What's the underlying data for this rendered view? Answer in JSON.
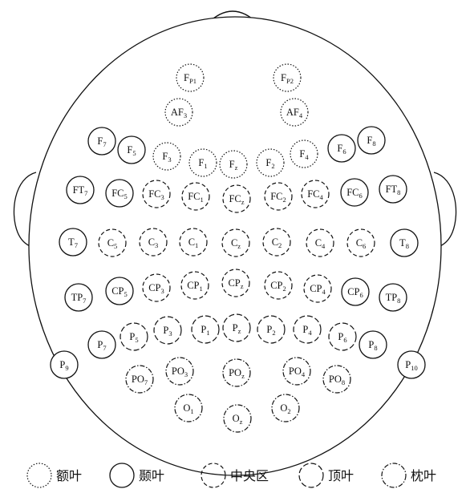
{
  "legend": [
    {
      "key": "frontal",
      "label": "额叶"
    },
    {
      "key": "temporal",
      "label": "颞叶"
    },
    {
      "key": "central",
      "label": "中央区"
    },
    {
      "key": "parietal",
      "label": "顶叶"
    },
    {
      "key": "occipital",
      "label": "枕叶"
    }
  ],
  "electrodes": [
    {
      "id": "FP1",
      "main": "F",
      "sub": "P1",
      "region": "frontal"
    },
    {
      "id": "FP2",
      "main": "F",
      "sub": "P2",
      "region": "frontal"
    },
    {
      "id": "AF3",
      "main": "AF",
      "sub": "3",
      "region": "frontal"
    },
    {
      "id": "AF4",
      "main": "AF",
      "sub": "4",
      "region": "frontal"
    },
    {
      "id": "F7",
      "main": "F",
      "sub": "7",
      "region": "temporal"
    },
    {
      "id": "F5",
      "main": "F",
      "sub": "5",
      "region": "temporal"
    },
    {
      "id": "F3",
      "main": "F",
      "sub": "3",
      "region": "frontal"
    },
    {
      "id": "F1",
      "main": "F",
      "sub": "1",
      "region": "frontal"
    },
    {
      "id": "Fz",
      "main": "F",
      "sub": "z",
      "region": "frontal"
    },
    {
      "id": "F2",
      "main": "F",
      "sub": "2",
      "region": "frontal"
    },
    {
      "id": "F4",
      "main": "F",
      "sub": "4",
      "region": "frontal"
    },
    {
      "id": "F6",
      "main": "F",
      "sub": "6",
      "region": "temporal"
    },
    {
      "id": "F8",
      "main": "F",
      "sub": "8",
      "region": "temporal"
    },
    {
      "id": "FT7",
      "main": "FT",
      "sub": "7",
      "region": "temporal"
    },
    {
      "id": "FC5",
      "main": "FC",
      "sub": "5",
      "region": "temporal"
    },
    {
      "id": "FC3",
      "main": "FC",
      "sub": "3",
      "region": "central"
    },
    {
      "id": "FC1",
      "main": "FC",
      "sub": "1",
      "region": "central"
    },
    {
      "id": "FCz",
      "main": "FC",
      "sub": "z",
      "region": "central"
    },
    {
      "id": "FC2",
      "main": "FC",
      "sub": "2",
      "region": "central"
    },
    {
      "id": "FC4",
      "main": "FC",
      "sub": "4",
      "region": "central"
    },
    {
      "id": "FC6",
      "main": "FC",
      "sub": "6",
      "region": "temporal"
    },
    {
      "id": "FT8",
      "main": "FT",
      "sub": "8",
      "region": "temporal"
    },
    {
      "id": "T7",
      "main": "T",
      "sub": "7",
      "region": "temporal"
    },
    {
      "id": "C5",
      "main": "C",
      "sub": "5",
      "region": "central"
    },
    {
      "id": "C3",
      "main": "C",
      "sub": "3",
      "region": "central"
    },
    {
      "id": "C1",
      "main": "C",
      "sub": "1",
      "region": "central"
    },
    {
      "id": "Cz",
      "main": "C",
      "sub": "z",
      "region": "central"
    },
    {
      "id": "C2",
      "main": "C",
      "sub": "2",
      "region": "central"
    },
    {
      "id": "C4",
      "main": "C",
      "sub": "4",
      "region": "central"
    },
    {
      "id": "C6",
      "main": "C",
      "sub": "6",
      "region": "central"
    },
    {
      "id": "T8",
      "main": "T",
      "sub": "8",
      "region": "temporal"
    },
    {
      "id": "TP7",
      "main": "TP",
      "sub": "7",
      "region": "temporal"
    },
    {
      "id": "CP5",
      "main": "CP",
      "sub": "5",
      "region": "temporal"
    },
    {
      "id": "CP3",
      "main": "CP",
      "sub": "3",
      "region": "central"
    },
    {
      "id": "CP1",
      "main": "CP",
      "sub": "1",
      "region": "central"
    },
    {
      "id": "CPz",
      "main": "CP",
      "sub": "z",
      "region": "central"
    },
    {
      "id": "CP2",
      "main": "CP",
      "sub": "2",
      "region": "central"
    },
    {
      "id": "CP4",
      "main": "CP",
      "sub": "4",
      "region": "central"
    },
    {
      "id": "CP6",
      "main": "CP",
      "sub": "6",
      "region": "temporal"
    },
    {
      "id": "TP8",
      "main": "TP",
      "sub": "8",
      "region": "temporal"
    },
    {
      "id": "P7",
      "main": "P",
      "sub": "7",
      "region": "temporal"
    },
    {
      "id": "P5",
      "main": "P",
      "sub": "5",
      "region": "parietal"
    },
    {
      "id": "P3",
      "main": "P",
      "sub": "3",
      "region": "parietal"
    },
    {
      "id": "P1",
      "main": "P",
      "sub": "1",
      "region": "parietal"
    },
    {
      "id": "Pz",
      "main": "P",
      "sub": "z",
      "region": "parietal"
    },
    {
      "id": "P2",
      "main": "P",
      "sub": "2",
      "region": "parietal"
    },
    {
      "id": "P4",
      "main": "P",
      "sub": "4",
      "region": "parietal"
    },
    {
      "id": "P6",
      "main": "P",
      "sub": "6",
      "region": "parietal"
    },
    {
      "id": "P8",
      "main": "P",
      "sub": "8",
      "region": "temporal"
    },
    {
      "id": "P9",
      "main": "P",
      "sub": "9",
      "region": "temporal"
    },
    {
      "id": "P10",
      "main": "P",
      "sub": "10",
      "region": "temporal"
    },
    {
      "id": "PO7",
      "main": "PO",
      "sub": "7",
      "region": "occipital"
    },
    {
      "id": "PO3",
      "main": "PO",
      "sub": "3",
      "region": "occipital"
    },
    {
      "id": "POz",
      "main": "PO",
      "sub": "z",
      "region": "occipital"
    },
    {
      "id": "PO4",
      "main": "PO",
      "sub": "4",
      "region": "occipital"
    },
    {
      "id": "PO8",
      "main": "PO",
      "sub": "8",
      "region": "occipital"
    },
    {
      "id": "O1",
      "main": "O",
      "sub": "1",
      "region": "occipital"
    },
    {
      "id": "Oz",
      "main": "O",
      "sub": "z",
      "region": "occipital"
    },
    {
      "id": "O2",
      "main": "O",
      "sub": "2",
      "region": "occipital"
    }
  ]
}
